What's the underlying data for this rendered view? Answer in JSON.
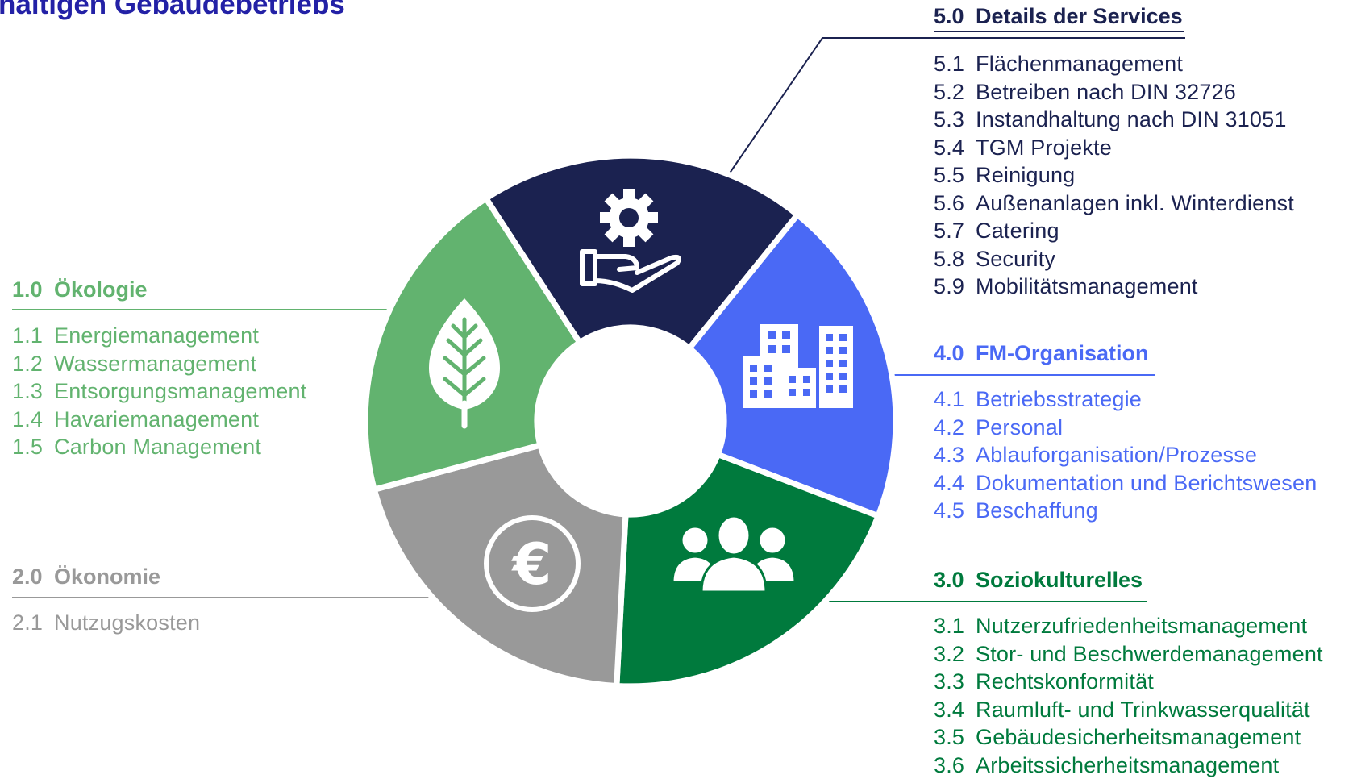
{
  "title": "haltigen Gebäudebetriebs",
  "colors": {
    "title": "#2321a6",
    "services": "#1b2250",
    "organisation": "#4a69f5",
    "sozio": "#007a3d",
    "oekonomie": "#999999",
    "oekologie": "#62b36f"
  },
  "sections": {
    "oekologie": {
      "number": "1.0",
      "title": "Ökologie",
      "items": [
        {
          "n": "1.1",
          "label": "Energiemanagement"
        },
        {
          "n": "1.2",
          "label": "Wassermanagement"
        },
        {
          "n": "1.3",
          "label": "Entsorgungsmanagement"
        },
        {
          "n": "1.4",
          "label": "Havariemanagement"
        },
        {
          "n": "1.5",
          "label": "Carbon Management"
        }
      ]
    },
    "oekonomie": {
      "number": "2.0",
      "title": "Ökonomie",
      "items": [
        {
          "n": "2.1",
          "label": "Nutzugskosten"
        }
      ]
    },
    "sozio": {
      "number": "3.0",
      "title": "Soziokulturelles",
      "items": [
        {
          "n": "3.1",
          "label": "Nutzerzufriedenheitsmanagement"
        },
        {
          "n": "3.2",
          "label": "Stor- und Beschwerdemanagement"
        },
        {
          "n": "3.3",
          "label": "Rechtskonformität"
        },
        {
          "n": "3.4",
          "label": "Raumluft- und Trinkwasserqualität"
        },
        {
          "n": "3.5",
          "label": "Gebäudesicherheitsmanagement"
        },
        {
          "n": "3.6",
          "label": "Arbeitssicherheitsmanagement"
        }
      ]
    },
    "organisation": {
      "number": "4.0",
      "title": "FM-Organisation",
      "items": [
        {
          "n": "4.1",
          "label": "Betriebsstrategie"
        },
        {
          "n": "4.2",
          "label": "Personal"
        },
        {
          "n": "4.3",
          "label": "Ablauforganisation/Prozesse"
        },
        {
          "n": "4.4",
          "label": "Dokumentation und Berichtswesen"
        },
        {
          "n": "4.5",
          "label": "Beschaffung"
        }
      ]
    },
    "services": {
      "number": "5.0",
      "title": "Details der Services",
      "items": [
        {
          "n": "5.1",
          "label": "Flächenmanagement"
        },
        {
          "n": "5.2",
          "label": "Betreiben nach DIN 32726"
        },
        {
          "n": "5.3",
          "label": "Instandhaltung nach DIN 31051"
        },
        {
          "n": "5.4",
          "label": "TGM Projekte"
        },
        {
          "n": "5.5",
          "label": "Reinigung"
        },
        {
          "n": "5.6",
          "label": "Außenanlagen inkl. Winterdienst"
        },
        {
          "n": "5.7",
          "label": "Catering"
        },
        {
          "n": "5.8",
          "label": "Security"
        },
        {
          "n": "5.9",
          "label": "Mobilitätsmanagement"
        }
      ]
    }
  },
  "wheel_segments": [
    {
      "key": "services",
      "icon": "gear-hand-icon"
    },
    {
      "key": "organisation",
      "icon": "buildings-icon"
    },
    {
      "key": "sozio",
      "icon": "people-icon"
    },
    {
      "key": "oekonomie",
      "icon": "euro-icon"
    },
    {
      "key": "oekologie",
      "icon": "leaf-icon"
    }
  ]
}
